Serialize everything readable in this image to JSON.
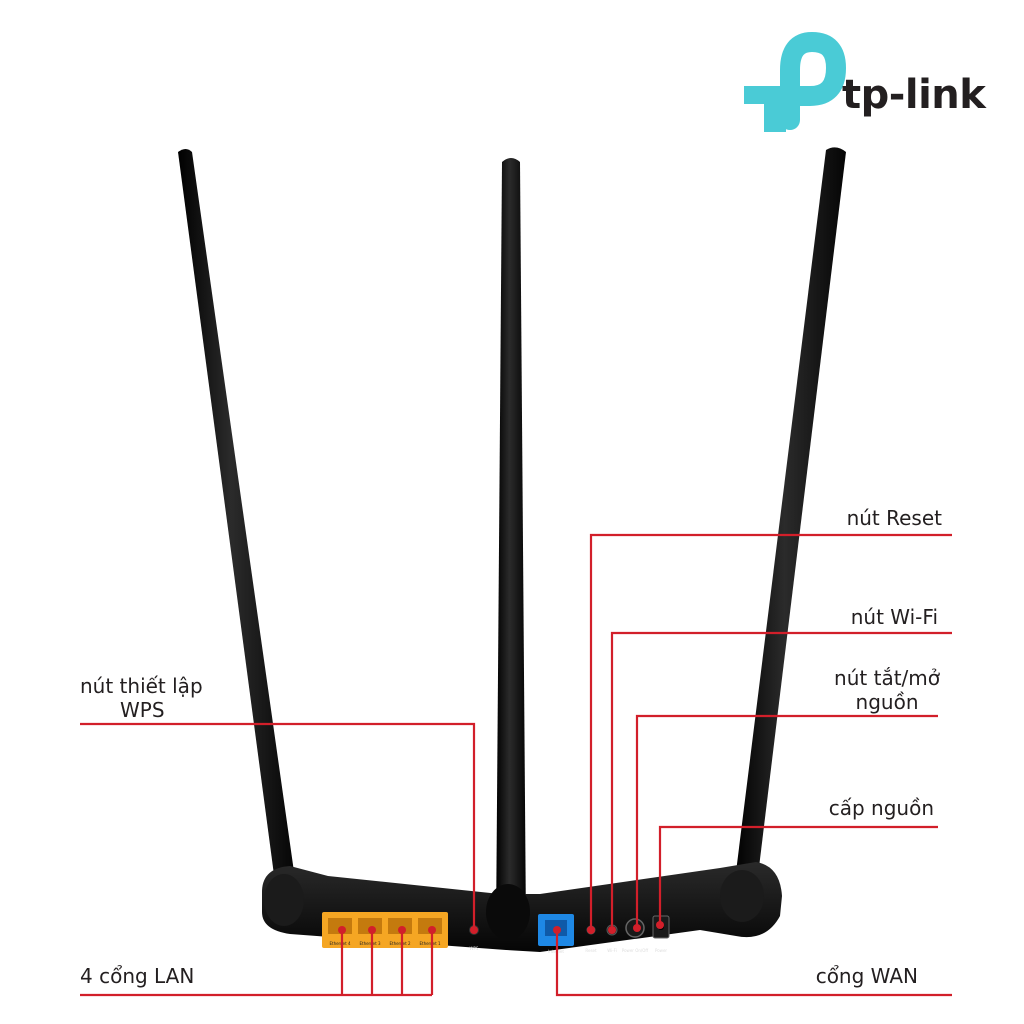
{
  "brand": {
    "name": "tp-link",
    "logo_color": "#4acbd6"
  },
  "colors": {
    "leader_line": "#d21f2a",
    "device_body": "#111111",
    "lan_ports": "#f5a623",
    "wan_port": "#1e88e5",
    "text": "#231f20"
  },
  "ports": {
    "lan": [
      "Ethernet 4",
      "Ethernet 3",
      "Ethernet 2",
      "Ethernet 1"
    ],
    "wps": "WPS",
    "wan": "Internet",
    "reset": "Reset",
    "wifi": "Wi-Fi",
    "power_switch": "Power On/Off",
    "power": "Power"
  },
  "callouts": {
    "wps_line1": "nút thiết lập",
    "wps_line2": "WPS",
    "lan": "4 cổng LAN",
    "reset": "nút Reset",
    "wifi": "nút Wi-Fi",
    "power_switch_line1": "nút tắt/mở",
    "power_switch_line2": "nguồn",
    "power": "cấp nguồn",
    "wan": "cổng WAN"
  }
}
